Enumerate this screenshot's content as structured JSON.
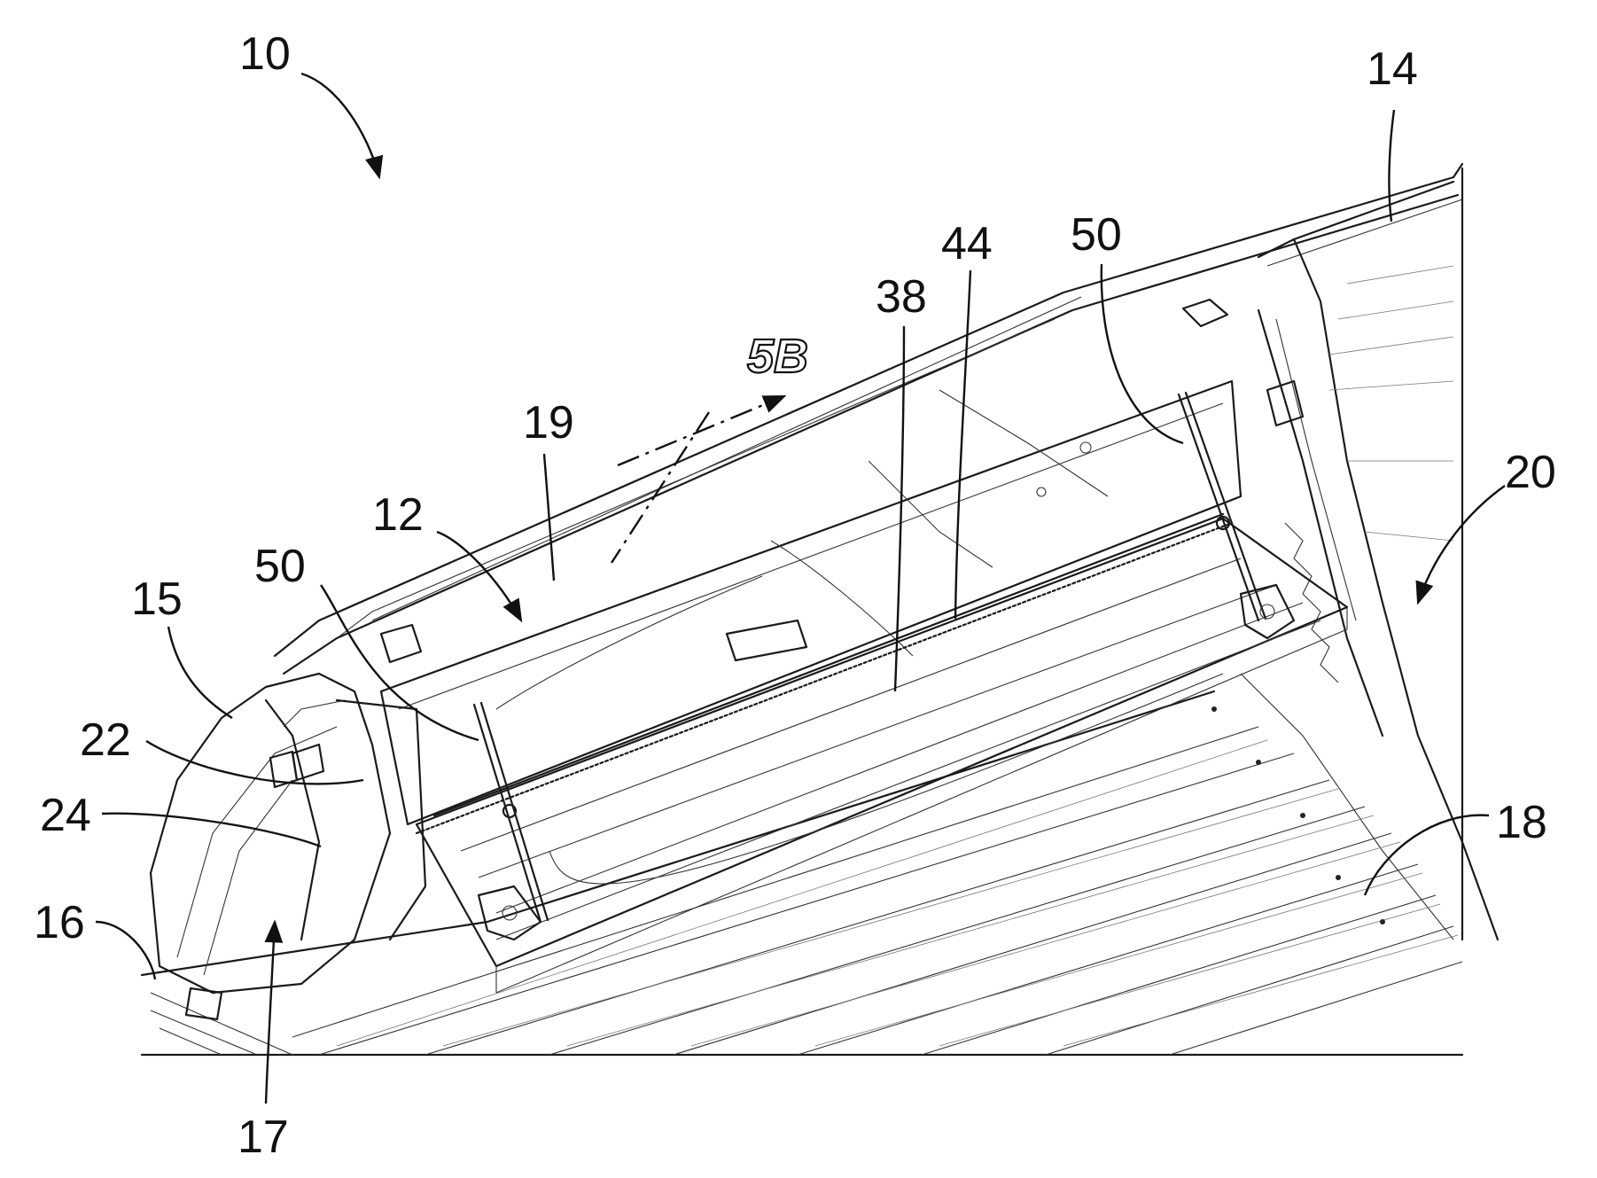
{
  "figure": {
    "labels": {
      "l10": "10",
      "l14": "14",
      "l50a": "50",
      "l44": "44",
      "l38": "38",
      "l5b": "5B",
      "l19": "19",
      "l20": "20",
      "l12": "12",
      "l50b": "50",
      "l15": "15",
      "l22": "22",
      "l24": "24",
      "l18": "18",
      "l16": "16",
      "l17": "17"
    }
  }
}
